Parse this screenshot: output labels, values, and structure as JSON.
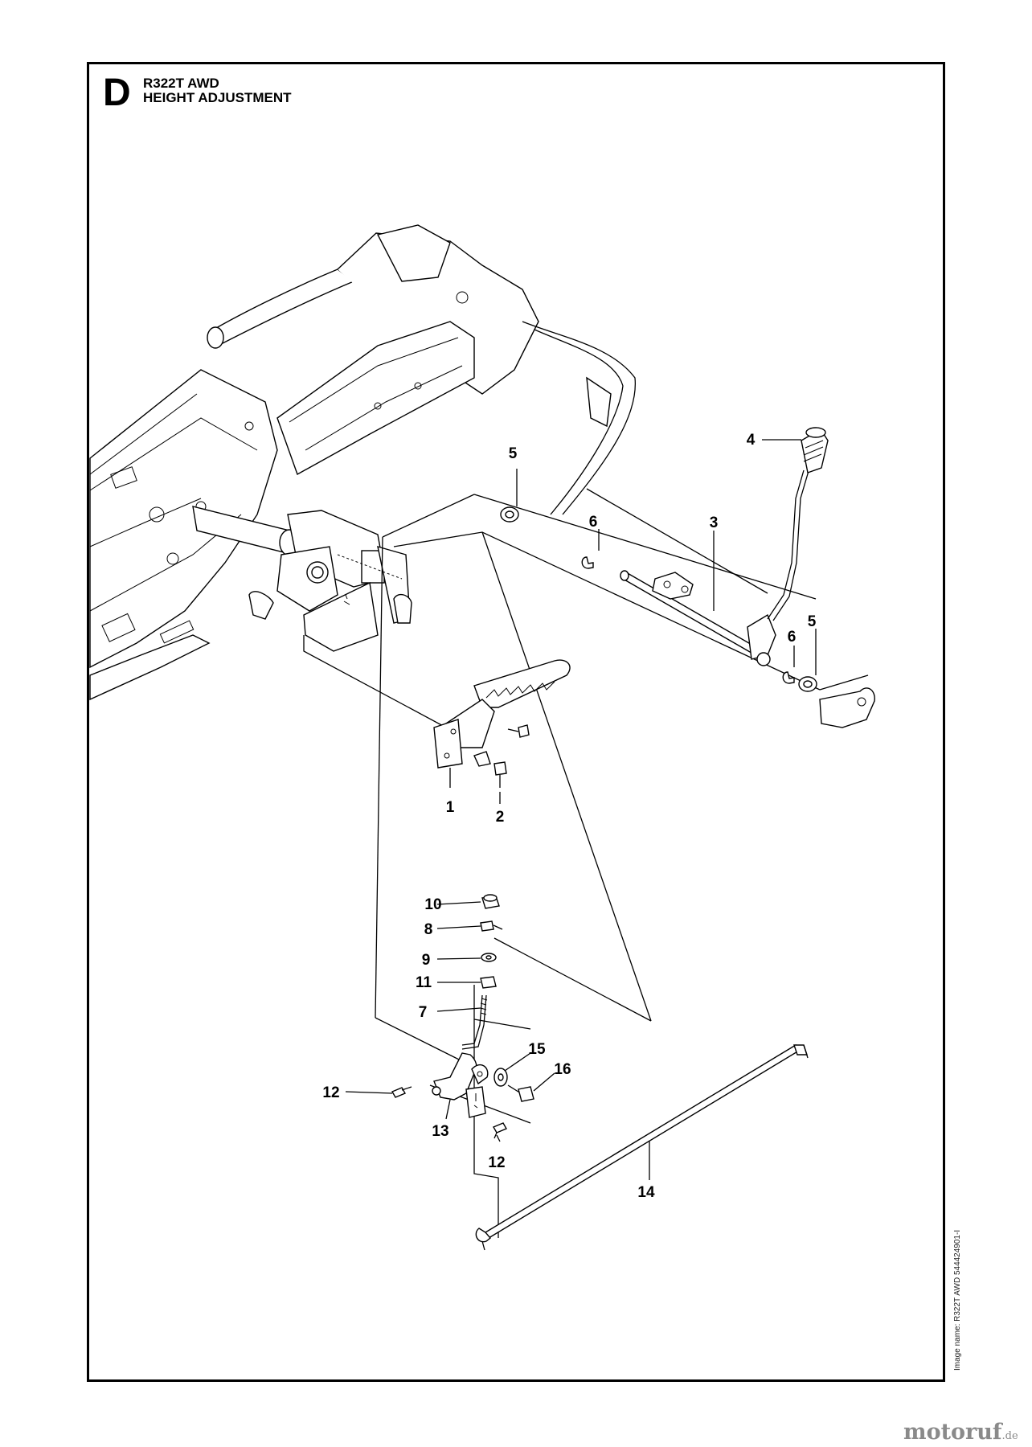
{
  "header": {
    "section_letter": "D",
    "model": "R322T AWD",
    "title": "HEIGHT ADJUSTMENT"
  },
  "image_name": "Image name: R322T AWD 544424901-I",
  "watermark": {
    "brand": "motoruf",
    "suffix": ".de",
    "color": "#8a8a8a"
  },
  "callouts": [
    {
      "id": "callout-1",
      "label": "1"
    },
    {
      "id": "callout-2",
      "label": "2"
    },
    {
      "id": "callout-3",
      "label": "3"
    },
    {
      "id": "callout-4",
      "label": "4"
    },
    {
      "id": "callout-5a",
      "label": "5"
    },
    {
      "id": "callout-5b",
      "label": "5"
    },
    {
      "id": "callout-6a",
      "label": "6"
    },
    {
      "id": "callout-6b",
      "label": "6"
    },
    {
      "id": "callout-7",
      "label": "7"
    },
    {
      "id": "callout-8",
      "label": "8"
    },
    {
      "id": "callout-9",
      "label": "9"
    },
    {
      "id": "callout-10",
      "label": "10"
    },
    {
      "id": "callout-11",
      "label": "11"
    },
    {
      "id": "callout-12a",
      "label": "12"
    },
    {
      "id": "callout-12b",
      "label": "12"
    },
    {
      "id": "callout-13",
      "label": "13"
    },
    {
      "id": "callout-14",
      "label": "14"
    },
    {
      "id": "callout-15",
      "label": "15"
    },
    {
      "id": "callout-16",
      "label": "16"
    }
  ]
}
